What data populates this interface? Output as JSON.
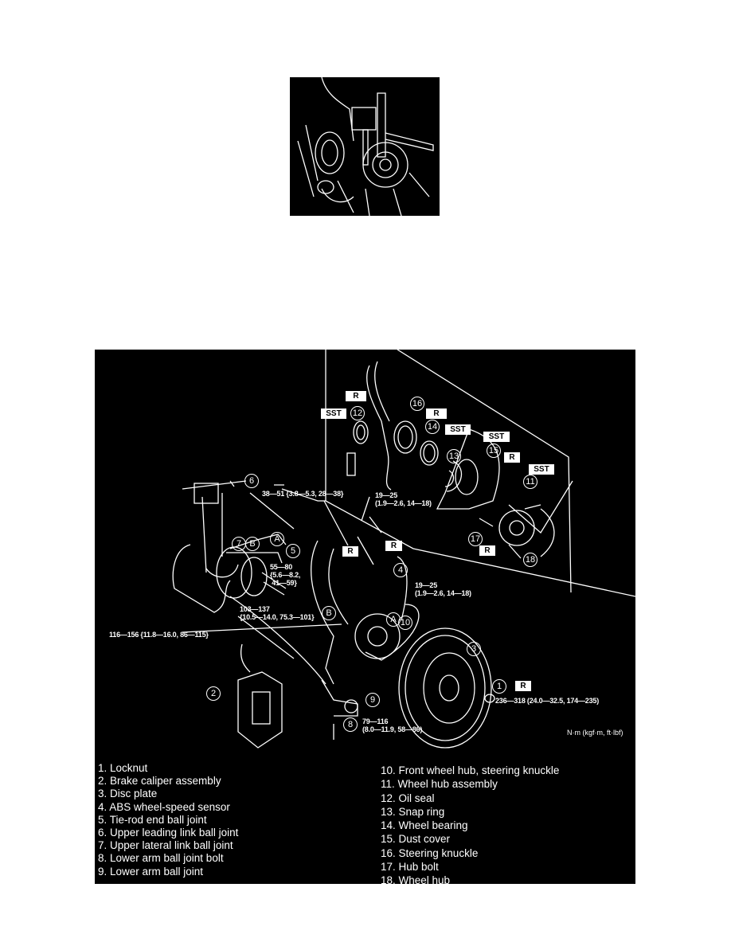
{
  "figure2": {
    "service_labels": {
      "r": "R",
      "sst": "SST"
    },
    "callouts": [
      "1",
      "2",
      "3",
      "4",
      "5",
      "6",
      "7",
      "8",
      "9",
      "10",
      "11",
      "12",
      "13",
      "14",
      "15",
      "16",
      "17",
      "18"
    ],
    "reference_marks": {
      "a": "A",
      "b": "B"
    },
    "torques": {
      "t38": "38—51 {3.8—5.3, 28—38}",
      "t19a": "19—25\n(1.9—2.6, 14—18)",
      "t55": "55—80\n{5.6—8.2,\n 41—59}",
      "t19b": "19—25\n(1.9—2.6, 14—18)",
      "t103": "103—137\n{10.5—14.0, 75.3—101}",
      "t116": "116—156 {11.8—16.0, 86—115}",
      "t236": "236—318 (24.0—32.5, 174—235)",
      "t79": "79—116\n(8.0—11.9, 58—86)"
    },
    "units": "N·m (kgf·m, ft·lbf)",
    "legend_left": [
      "1.  Locknut",
      "2.  Brake caliper assembly",
      "3.  Disc plate",
      "4.  ABS wheel-speed sensor",
      "5.  Tie-rod end ball joint",
      "6.  Upper leading link ball joint",
      "7.  Upper lateral link ball joint",
      "8.  Lower arm ball joint bolt",
      "9.  Lower arm ball joint"
    ],
    "legend_right": [
      "10. Front wheel hub, steering knuckle",
      "11. Wheel hub assembly",
      "12. Oil seal",
      "13. Snap ring",
      "14. Wheel bearing",
      "15. Dust cover",
      "16. Steering knuckle",
      "17. Hub bolt",
      "18. Wheel hub"
    ]
  }
}
